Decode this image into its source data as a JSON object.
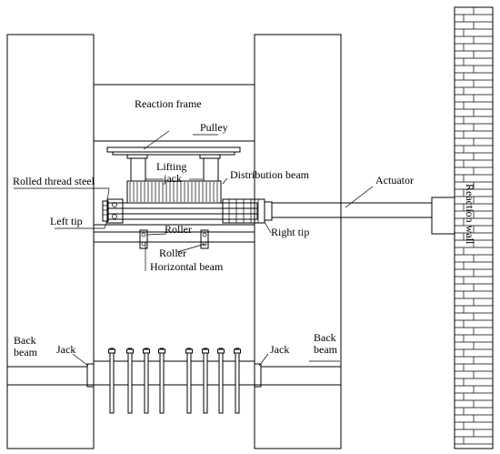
{
  "labels": {
    "reaction_frame": "Reaction frame",
    "pulley": "Pulley",
    "lifting_jack_line1": "Lifting",
    "lifting_jack_line2": "jack",
    "distribution_beam": "Distribution beam",
    "actuator": "Actuator",
    "reaction_wall": "Reaction wall",
    "rolled_thread_steel": "Rolled thread steel",
    "left_tip": "Left tip",
    "right_tip": "Right tip",
    "roller_upper": "Roller",
    "roller_lower": "Roller",
    "horizontal_beam": "Horizontal beam",
    "back_beam_left_line1": "Back",
    "back_beam_left_line2": "beam",
    "jack_left": "Jack",
    "back_beam_right_line1": "Back",
    "back_beam_right_line2": "beam",
    "jack_right": "Jack"
  }
}
